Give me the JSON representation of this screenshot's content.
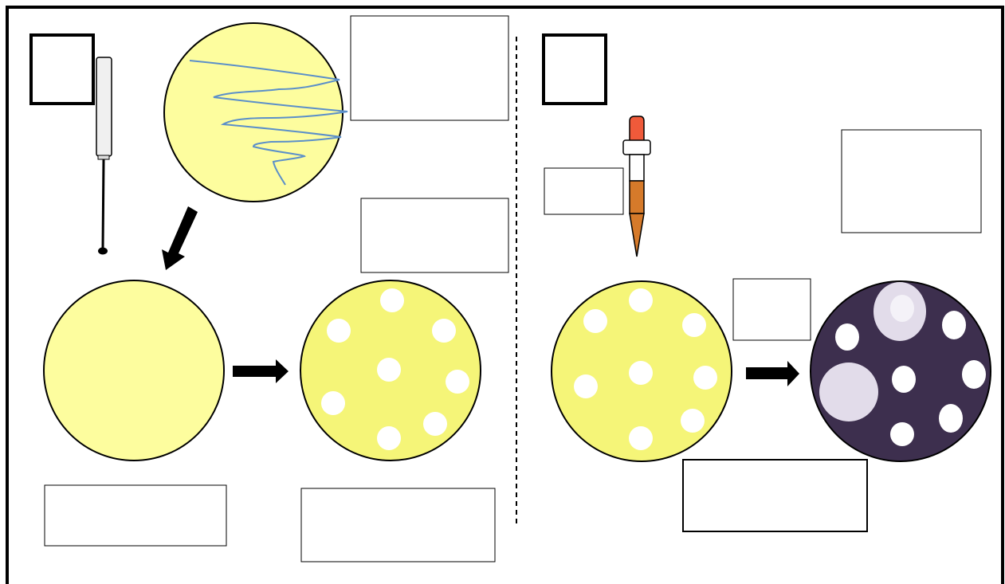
{
  "colors": {
    "frame": "#000000",
    "agar_yellow": "#fdfd9e",
    "agar_yellow_dish": "#f5f578",
    "colony_white": "#ffffff",
    "streak_blue": "#5b8fc9",
    "stained_dark": "#3d2f4e",
    "halo_lavender": "#e2dcea",
    "dropper_red": "#ef5a3a",
    "dropper_orange": "#d67a2a"
  },
  "icons": [
    "inoculation-loop-icon",
    "streaked-plate-icon",
    "dropper-icon",
    "arrow-icon"
  ],
  "labels": {
    "left_panel_letter": "",
    "right_panel_letter": "",
    "streak_caption": "",
    "incubation_caption": "",
    "plate_caption": "",
    "colonies_caption": "",
    "reagent_caption": "",
    "dropper_caption": "",
    "plate2_caption": "",
    "stain_caption": "",
    "result_caption": ""
  },
  "left_plate_colonies": 8,
  "right_plate_colonies": 8,
  "stained_plate_colonies": 8,
  "stained_plate_halos": 2
}
